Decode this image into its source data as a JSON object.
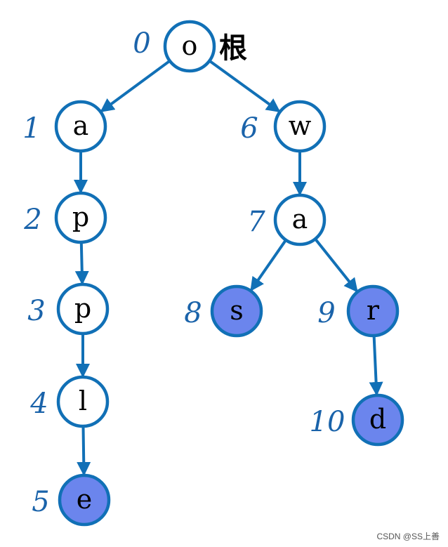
{
  "diagram": {
    "root_label": "根",
    "watermark": "CSDN @SS上善",
    "colors": {
      "stroke": "#1170b6",
      "number": "#1a63aa",
      "terminal_fill": "#6b85ed",
      "text": "#000000"
    },
    "nodes": [
      {
        "id": "0",
        "char": "o",
        "terminal": false
      },
      {
        "id": "1",
        "char": "a",
        "terminal": false
      },
      {
        "id": "2",
        "char": "p",
        "terminal": false
      },
      {
        "id": "3",
        "char": "p",
        "terminal": false
      },
      {
        "id": "4",
        "char": "l",
        "terminal": false
      },
      {
        "id": "5",
        "char": "e",
        "terminal": true
      },
      {
        "id": "6",
        "char": "w",
        "terminal": false
      },
      {
        "id": "7",
        "char": "a",
        "terminal": false
      },
      {
        "id": "8",
        "char": "s",
        "terminal": true
      },
      {
        "id": "9",
        "char": "r",
        "terminal": true
      },
      {
        "id": "10",
        "char": "d",
        "terminal": true
      }
    ],
    "edges": [
      {
        "from": "0",
        "to": "1"
      },
      {
        "from": "0",
        "to": "6"
      },
      {
        "from": "1",
        "to": "2"
      },
      {
        "from": "2",
        "to": "3"
      },
      {
        "from": "3",
        "to": "4"
      },
      {
        "from": "4",
        "to": "5"
      },
      {
        "from": "6",
        "to": "7"
      },
      {
        "from": "7",
        "to": "8"
      },
      {
        "from": "7",
        "to": "9"
      },
      {
        "from": "9",
        "to": "10"
      }
    ]
  }
}
